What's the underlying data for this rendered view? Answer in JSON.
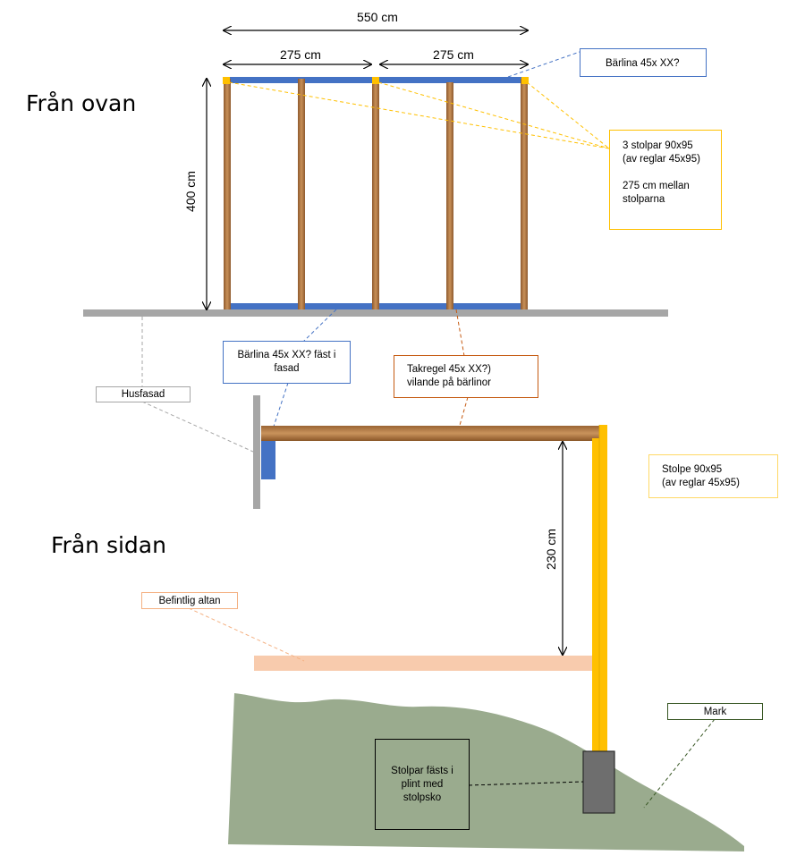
{
  "titles": {
    "top_view": "Från ovan",
    "side_view": "Från sidan"
  },
  "dimensions": {
    "total_width": "550 cm",
    "span_left": "275 cm",
    "span_right": "275 cm",
    "depth": "400 cm",
    "height": "230 cm"
  },
  "labels": {
    "barlina_top": "Bärlina 45x XX?",
    "stolpar": [
      "3 stolpar 90x95",
      "(av reglar 45x95)",
      "",
      "275 cm mellan",
      "stolparna"
    ],
    "barlina_facade": [
      "Bärlina 45x XX? fäst i",
      "fasad"
    ],
    "takregel": [
      "Takregel 45x XX?)",
      "vilande på bärlinor"
    ],
    "husfasad": "Husfasad",
    "stolpe": [
      "Stolpe 90x95",
      "(av reglar 45x95)"
    ],
    "befintlig_altan": "Befintlig altan",
    "mark": "Mark",
    "plint": [
      "Stolpar fästs i",
      "plint med",
      "stolpsko"
    ]
  },
  "colors": {
    "barlina": "#4472c4",
    "post_yellow": "#ffc000",
    "wood": "#b8834f",
    "facade": "#a6a6a6",
    "altan": "#f8cbad",
    "ground": "#9aab8e",
    "takregel_border": "#c55a11",
    "mark_border": "#375623",
    "plint": "#6e6e6e"
  }
}
